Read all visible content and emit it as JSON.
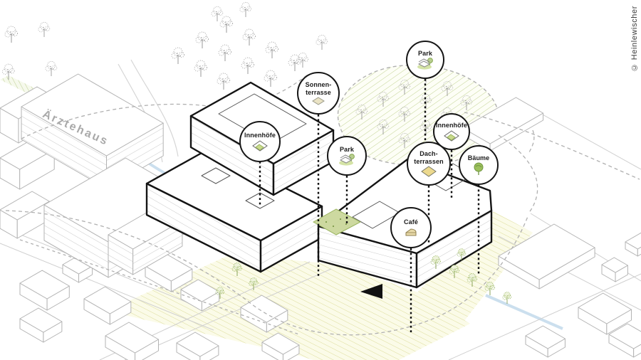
{
  "title": "Site plan isometric diagram",
  "annotation_circles": [
    {
      "id": "park-top",
      "label": "Park",
      "icon": "park-bench-tree-icon"
    },
    {
      "id": "sonnenterrasse",
      "label": "Sonnen-\nterrasse",
      "icon": "sun-terrace-icon"
    },
    {
      "id": "innenhoefe-left",
      "label": "Innenhöfe",
      "icon": "courtyard-icon"
    },
    {
      "id": "park-center",
      "label": "Park",
      "icon": "park-bench-tree-icon"
    },
    {
      "id": "innenhoefe-right",
      "label": "Innenhöfe",
      "icon": "courtyard-icon"
    },
    {
      "id": "dachterrassen",
      "label": "Dach-\nterrassen",
      "icon": "roof-terrace-icon"
    },
    {
      "id": "baeume",
      "label": "Bäume",
      "icon": "tree-icon"
    },
    {
      "id": "cafe",
      "label": "Café",
      "icon": "cake-icon"
    }
  ],
  "site_labels": {
    "existing_building": "Ärztehaus"
  },
  "credit": "© Heinlewischer",
  "colors": {
    "bold_outline": "#141414",
    "thin_outline": "#b3b3b3",
    "boundary_dash": "#b0b0b0",
    "park_hatch_green": "#c2d392",
    "ground_hatch_yellow": "#dcdc9a",
    "courtyard_green": "#c9da8c",
    "terrace_yellow": "#ecd98e",
    "tree_green": "#8fae54",
    "water_blue": "#c5dcec"
  }
}
